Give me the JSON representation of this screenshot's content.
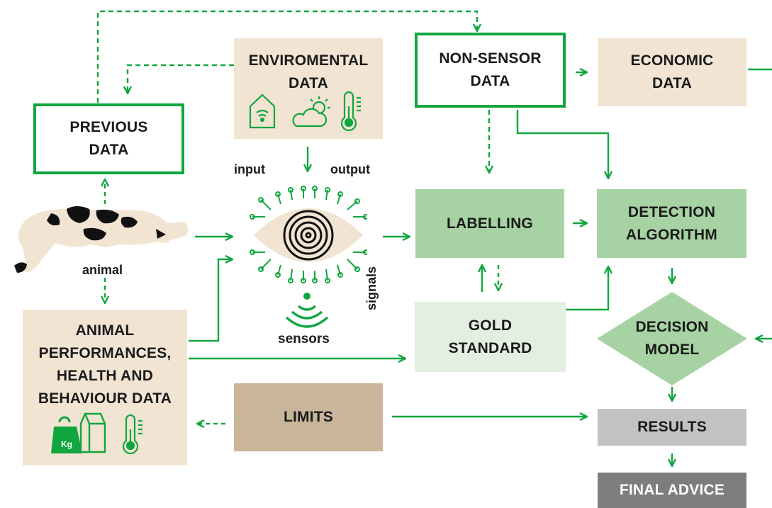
{
  "colors": {
    "accent": "#11a63f",
    "beige": "#f1e4d2",
    "green": "#a7d3a4",
    "light_green": "#e3f0e1",
    "tan": "#c9b59a",
    "grey": "#c2c2c2",
    "dark_grey": "#7d7d7d"
  },
  "nodes": {
    "previous_data": "PREVIOUS\nDATA",
    "environmental_data": "ENVIROMENTAL\nDATA",
    "non_sensor_data": "NON-SENSOR\nDATA",
    "economic_data": "ECONOMIC\nDATA",
    "labelling": "LABELLING",
    "detection_algorithm": "DETECTION\nALGORITHM",
    "gold_standard": "GOLD\nSTANDARD",
    "decision_model": "DECISION\nMODEL",
    "animal_performances": "ANIMAL\nPERFORMANCES,\nHEALTH AND\nBEHAVIOUR DATA",
    "limits": "LIMITS",
    "results": "RESULTS",
    "final_advice": "FINAL ADVICE"
  },
  "labels": {
    "input": "input",
    "output": "output",
    "animal": "animal",
    "sensors": "sensors",
    "signals": "signals",
    "kg": "Kg"
  },
  "icons": [
    "barn-sensor-icon",
    "cloud-sun-icon",
    "thermometer-icon",
    "weight-icon",
    "milk-carton-icon",
    "sensor-eye-icon",
    "wireless-signal-icon",
    "cow-icon"
  ]
}
